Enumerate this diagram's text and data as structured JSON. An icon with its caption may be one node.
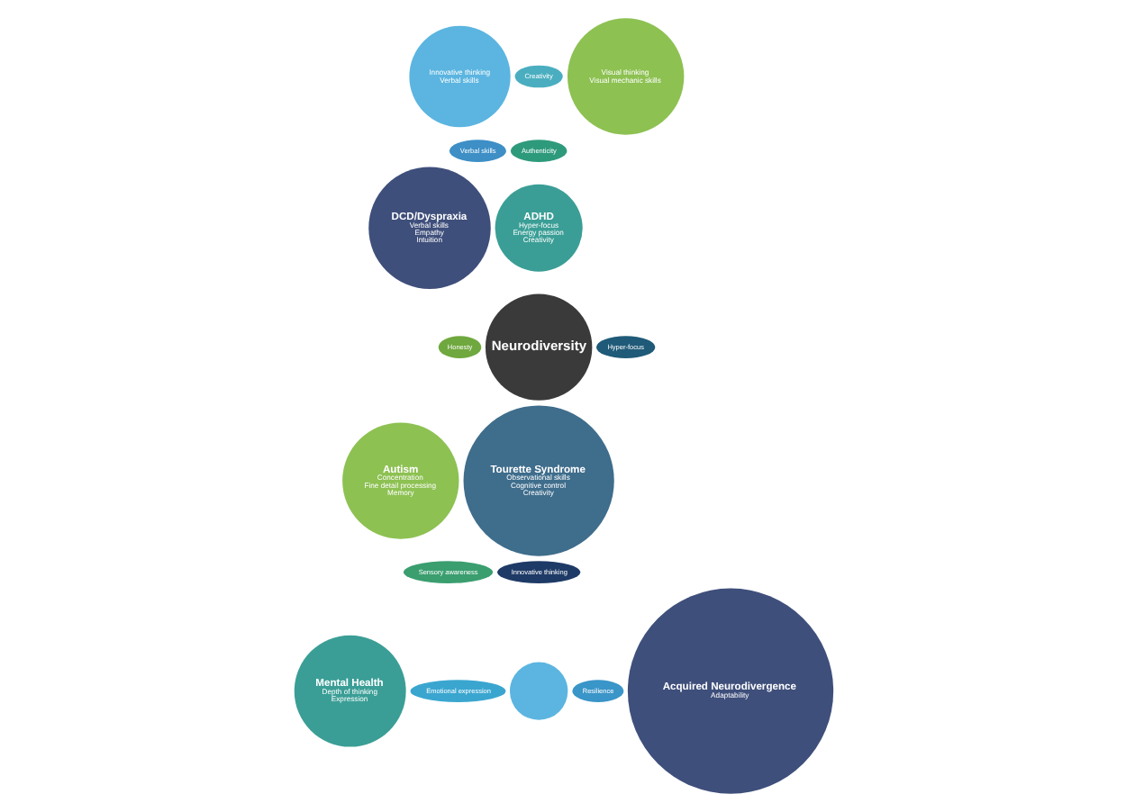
{
  "diagram": {
    "nodes": [
      {
        "text": [
          "Innovative thinking",
          "Verbal skills"
        ]
      },
      {
        "text": [
          "Creativity"
        ]
      },
      {
        "text": [
          "Visual thinking",
          "Visual mechanic skills"
        ]
      },
      {
        "text": [
          "Verbal skills"
        ]
      },
      {
        "text": [
          "Authenticity"
        ]
      },
      {
        "text": [
          "DCD/Dyspraxia",
          "Verbal skills",
          "Empathy",
          "Intuition"
        ]
      },
      {
        "text": [
          "ADHD",
          "Hyper-focus",
          "Energy passion",
          "Creativity"
        ]
      },
      {
        "text": [
          "Honesty"
        ]
      },
      {
        "text": [
          "Neurodiversity"
        ]
      },
      {
        "text": [
          "Hyper-focus"
        ]
      },
      {
        "text": [
          "Autism",
          "Concentration",
          "Fine detail processing",
          "Memory"
        ]
      },
      {
        "text": [
          "Tourette Syndrome",
          "Observational skills",
          "Cognitive control",
          "Creativity"
        ]
      },
      {
        "text": [
          "Sensory awareness"
        ]
      },
      {
        "text": [
          "Innovative thinking"
        ]
      },
      {
        "text": [
          "Mental Health",
          "Depth of thinking",
          "Expression"
        ]
      },
      {
        "text": [
          "Emotional expression"
        ]
      },
      {
        "text": [],
        "shape": "circle"
      },
      {
        "text": [
          "Resilience"
        ]
      },
      {
        "text": [
          "Acquired Neurodivergence",
          "Adaptability"
        ]
      }
    ],
    "edges": []
  }
}
